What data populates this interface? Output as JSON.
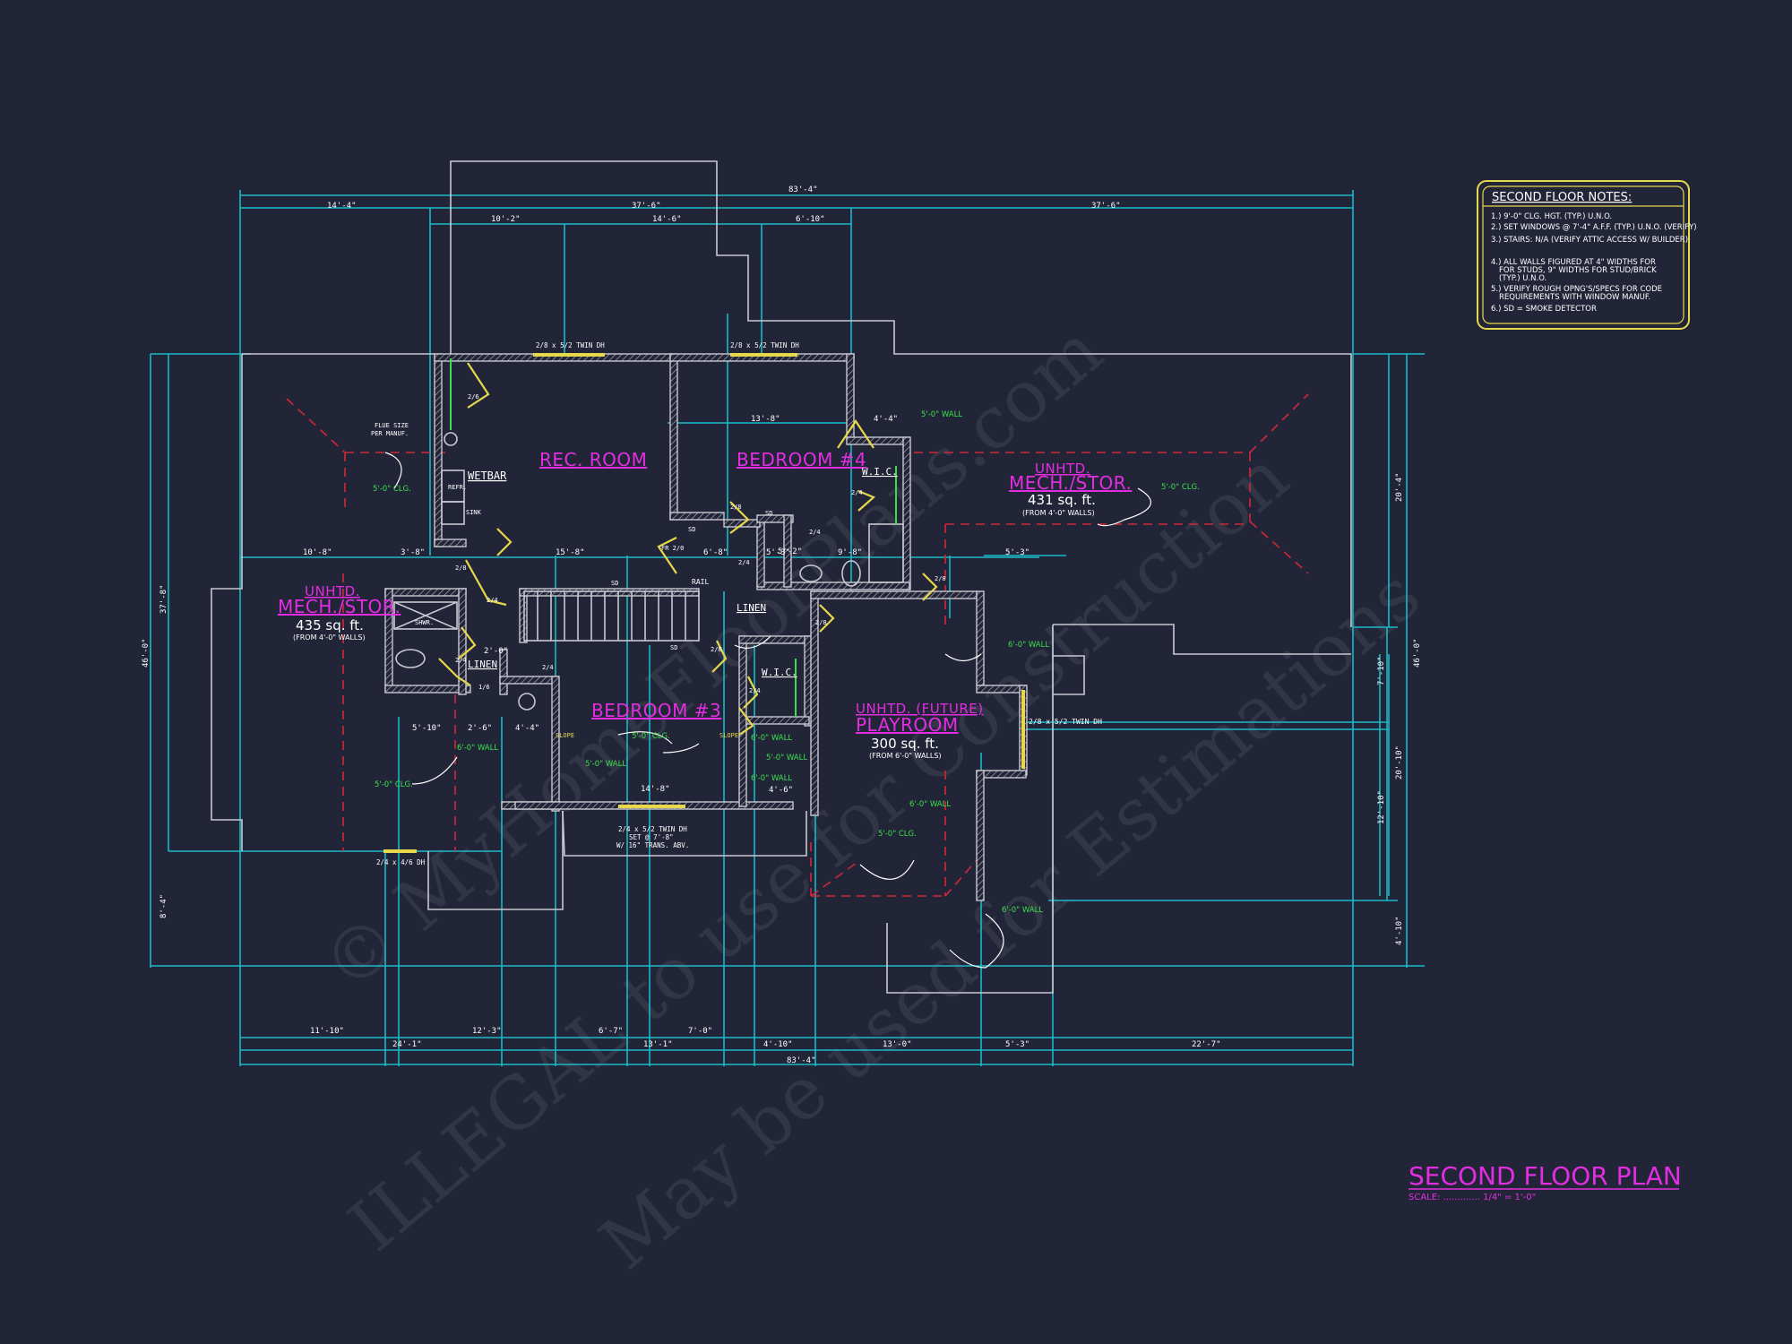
{
  "title": "SECOND FLOOR PLAN",
  "scale_label": "SCALE: ............. 1/4\" = 1'-0\"",
  "notes": {
    "title": "SECOND FLOOR NOTES:",
    "items": [
      "1.) 9'-0\" CLG. HGT. (TYP.) U.N.O.",
      "2.) SET WINDOWS @ 7'-4\" A.F.F. (TYP.) U.N.O. (VERIFY)",
      "3.) STAIRS: N/A (VERIFY ATTIC ACCESS W/ BUILDER)",
      "4.) ALL WALLS FIGURED AT 4\" WIDTHS FOR",
      "FOR STUDS, 9\" WIDTHS FOR STUD/BRICK",
      "(TYP.) U.N.O.",
      "5.) VERIFY ROUGH OPNG'S/SPECS FOR CODE",
      "REQUIREMENTS WITH WINDOW MANUF.",
      "6.) SD = SMOKE DETECTOR"
    ]
  },
  "rooms": {
    "rec_room": "REC. ROOM",
    "bedroom4": "BEDROOM #4",
    "bedroom3": "BEDROOM #3",
    "mech_right_1": "UNHTD.",
    "mech_right_2": "MECH./STOR.",
    "mech_right_sqft": "431 sq. ft.",
    "mech_right_sub": "(FROM 4'-0\" WALLS)",
    "mech_left_1": "UNHTD.",
    "mech_left_2": "MECH./STOR.",
    "mech_left_sqft": "435 sq. ft.",
    "mech_left_sub": "(FROM 4'-0\" WALLS)",
    "play_1": "UNHTD. (FUTURE)",
    "play_2": "PLAYROOM",
    "play_sqft": "300 sq. ft.",
    "play_sub": "(FROM 6'-0\" WALLS)"
  },
  "labels": {
    "wetbar": "WETBAR",
    "refr": "REFR.",
    "sink": "SINK",
    "flue": "FLUE SIZE",
    "flue2": "PER MANUF.",
    "wic1": "W.I.C.",
    "wic2": "W.I.C.",
    "linen1": "LINEN",
    "linen2": "LINEN",
    "shwr": "SHWR.",
    "rail": "RAIL",
    "slope1": "SLOPE",
    "slope2": "SLOPE",
    "fr": "FR 2/0",
    "win_top1": "2/8 x 5/2 TWIN DH",
    "win_top2": "2/8 x 5/2 TWIN DH",
    "win_right": "2/8 x 5/2 TWIN DH",
    "win_bottom": "2/4 x 4/6 DH",
    "win_b3_1": "2/4 x 5/2 TWIN DH",
    "win_b3_2": "SET @ 7'-8\"",
    "win_b3_3": "W/ 16\" TRANS. ABV.",
    "sd": "SD",
    "d26": "2/6",
    "d24": "2/4",
    "d28": "2/8",
    "d16": "1/6"
  },
  "green": {
    "clg1": "5'-0\" CLG.",
    "clg2": "5'-0\" CLG.",
    "clg3": "5'-0\" CLG.",
    "clg4": "5'-0\" CLG.",
    "clg5": "5'-0\" CLG.",
    "wall1": "5'-0\" WALL",
    "wall2": "6'-0\" WALL",
    "wall3": "6'-0\" WALL",
    "wall4": "6'-0\" WALL",
    "wall5": "5'-0\" WALL",
    "wall6": "6'-0\" WALL",
    "wall7": "5'-0\" WALL",
    "wall8": "6'-0\" WALL",
    "wall9": "6'-0\" WALL"
  },
  "dims": {
    "top_total": "83'-4\"",
    "top_a": "14'-4\"",
    "top_b": "37'-6\"",
    "top_c": "37'-6\"",
    "top_d": "10'-2\"",
    "top_e": "14'-6\"",
    "top_f": "6'-10\"",
    "bot_total": "83'-4\"",
    "bot_a": "11'-10\"",
    "bot_b": "24'-1\"",
    "bot_c": "12'-3\"",
    "bot_d": "6'-7\"",
    "bot_e": "13'-1\"",
    "bot_f": "7'-0\"",
    "bot_g": "4'-10\"",
    "bot_h": "13'-0\"",
    "bot_i": "5'-3\"",
    "bot_j": "22'-7\"",
    "left_total": "46'-0\"",
    "left_a": "37'-8\"",
    "left_b": "8'-4\"",
    "right_total": "46'-0\"",
    "right_a": "20'-4\"",
    "right_b": "7'-10\"",
    "right_c": "20'-10\"",
    "right_d": "12'-10\"",
    "right_e": "4'-10\"",
    "int_a": "10'-8\"",
    "int_b": "3'-8\"",
    "int_c": "15'-8\"",
    "int_d": "6'-8\"",
    "int_e": "5'-3\"",
    "int_f": "9'-8\"",
    "int_g": "5'-3\"",
    "int_h": "13'-8\"",
    "int_i": "4'-4\"",
    "int_j": "14'-8\"",
    "int_k": "5'-10\"",
    "int_l": "2'-6\"",
    "int_m": "4'-4\"",
    "int_n": "4'-6\"",
    "int_o": "2'-0\"",
    "int_p": "5'-2\""
  },
  "watermark": {
    "line1": "© MyHomeFloorPlans.com",
    "line2": "ILLEGAL to use for Construction",
    "line3": "May be used for Estimations"
  }
}
